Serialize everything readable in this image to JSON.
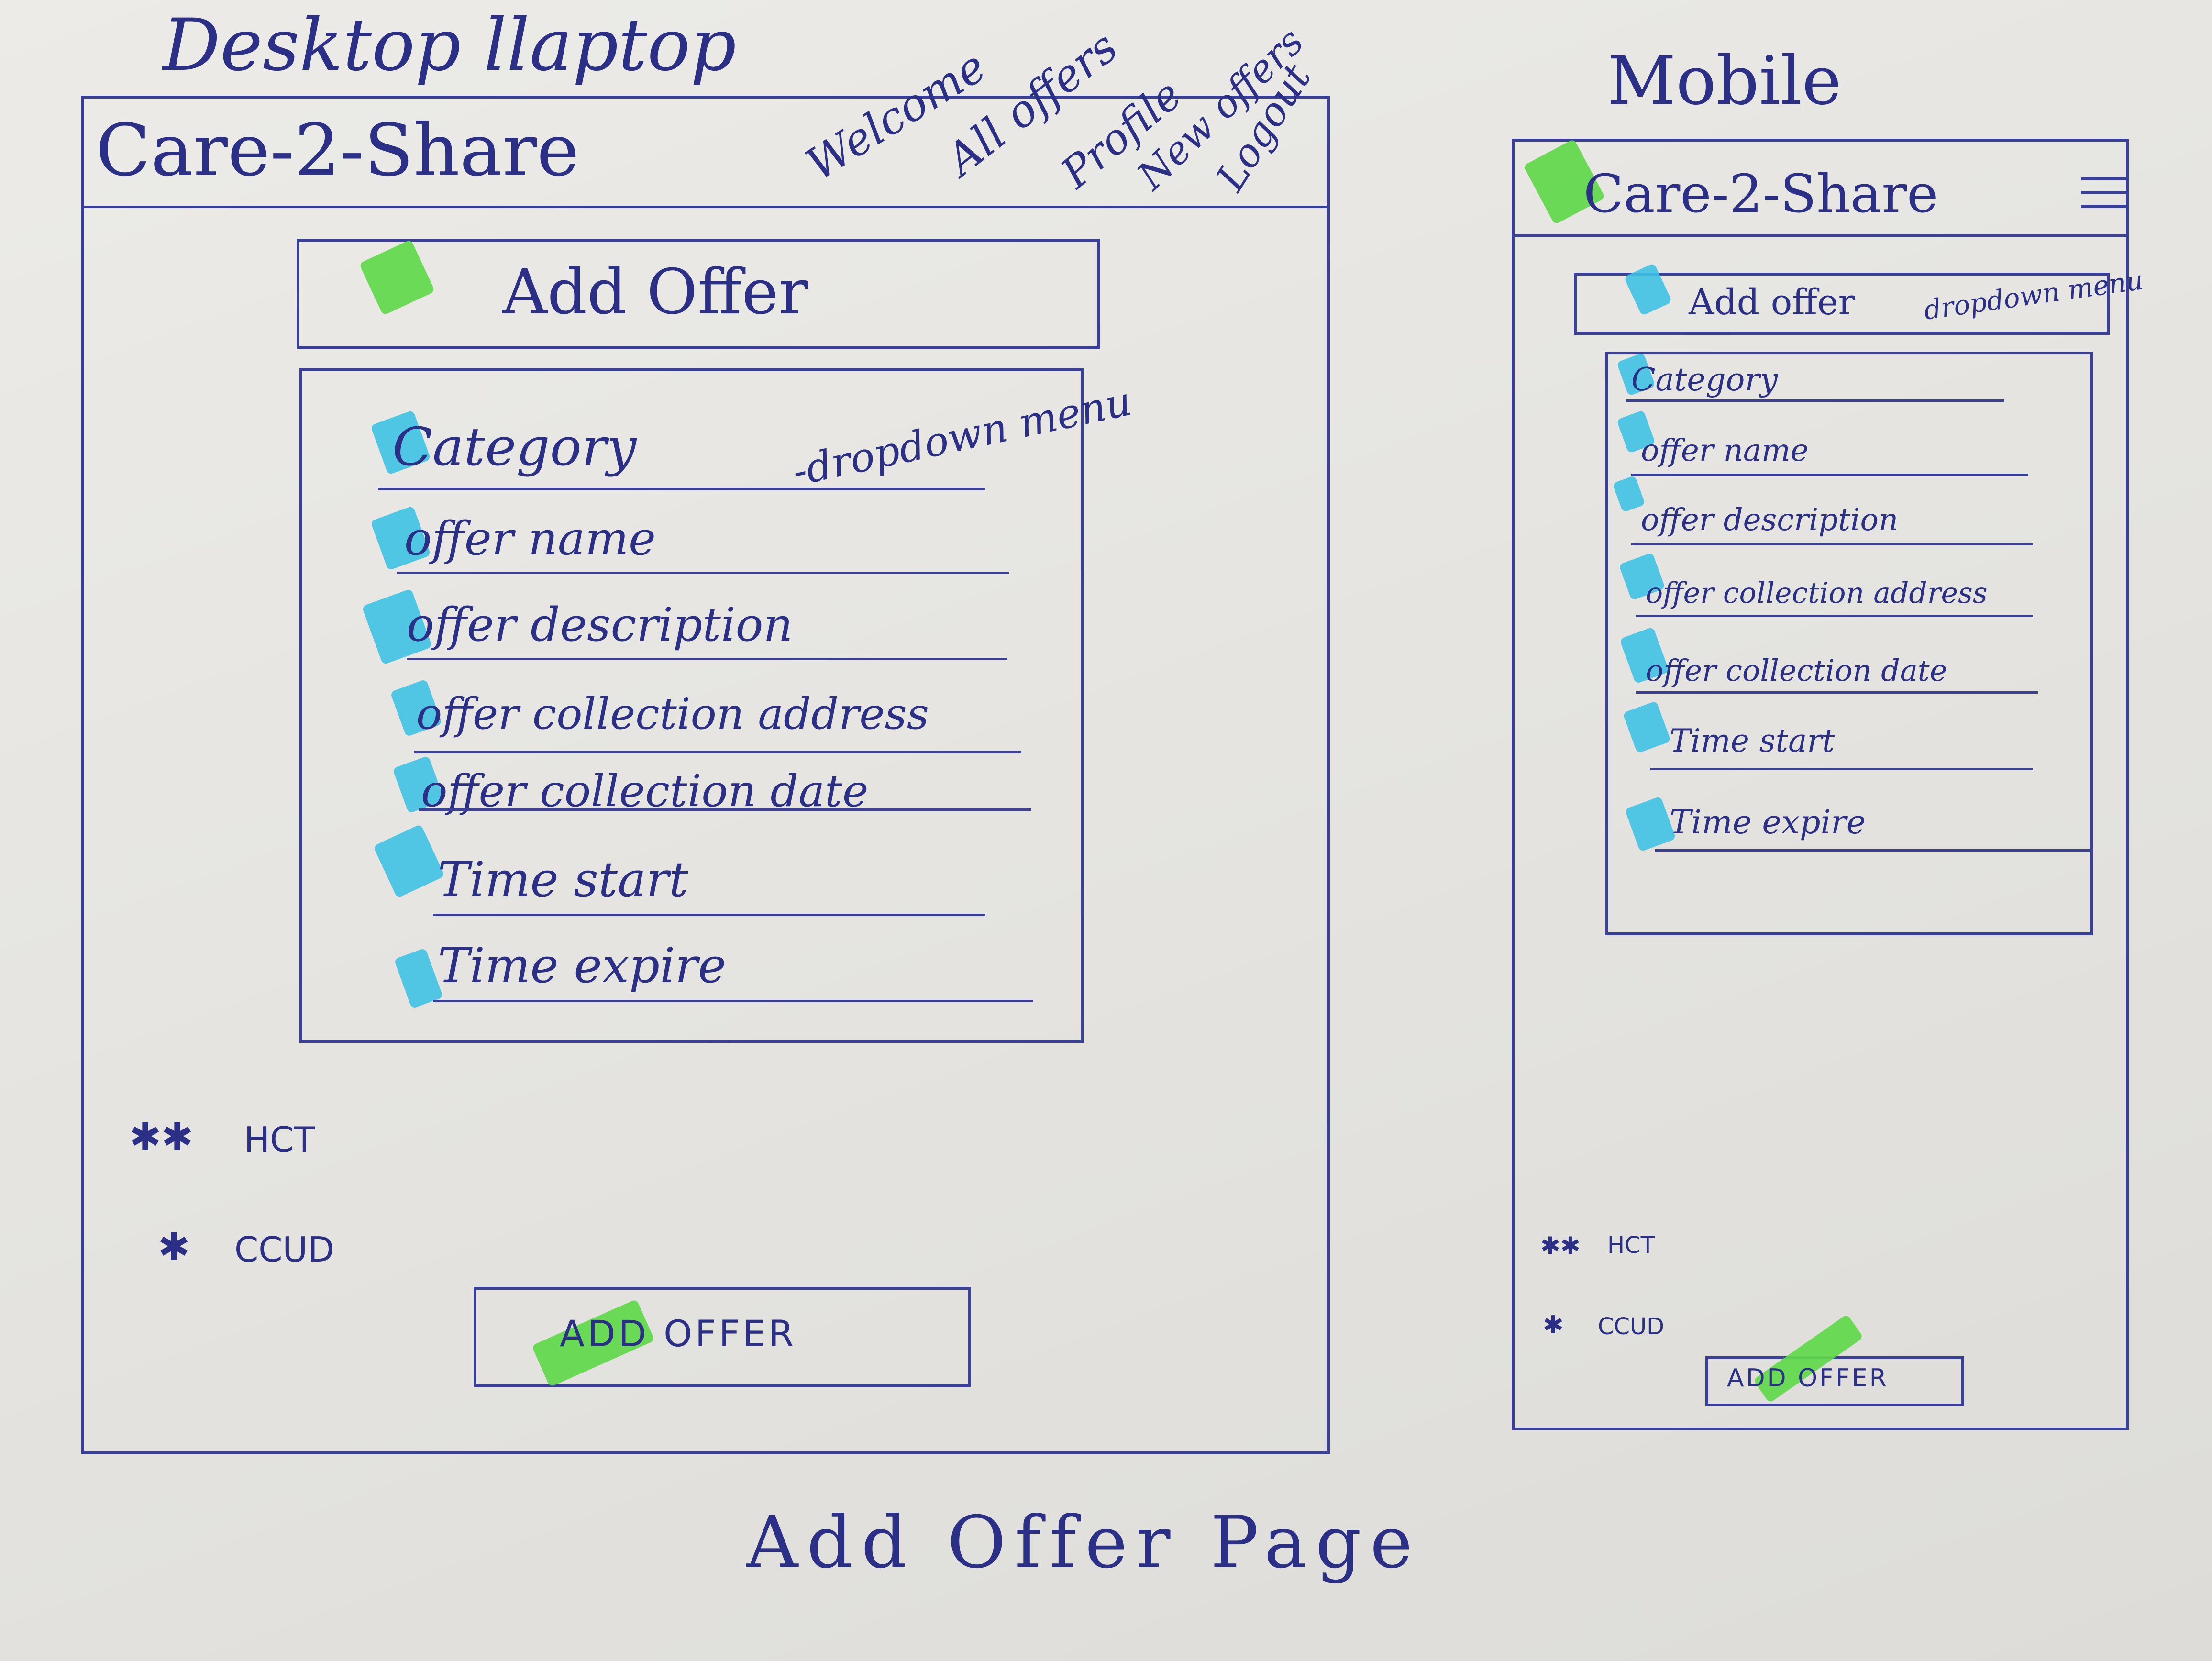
{
  "sheet": {
    "title": "Add Offer Page"
  },
  "desktop": {
    "caption": "Desktop llaptop",
    "app_name": "Care-2-Share",
    "nav": [
      "Welcome",
      "All offers",
      "Profile",
      "New offers",
      "Logout"
    ],
    "header_label": "Add Offer",
    "category_note": "-dropdown menu",
    "fields": [
      "Category",
      "offer name",
      "offer description",
      "offer collection address",
      "offer collection date",
      "Time start",
      "Time expire"
    ],
    "legend": [
      {
        "symbol": "✱✱",
        "label": "HCT"
      },
      {
        "symbol": "✱",
        "label": "CCUD"
      }
    ],
    "submit_label": "ADD OFFER"
  },
  "mobile": {
    "caption": "Mobile",
    "app_name": "Care-2-Share",
    "menu_icon": "hamburger-icon",
    "header_label": "Add offer",
    "header_note": "dropdown menu",
    "fields": [
      "Category",
      "offer name",
      "offer description",
      "offer collection address",
      "offer collection date",
      "Time start",
      "Time expire"
    ],
    "legend": [
      {
        "symbol": "✱✱",
        "label": "HCT"
      },
      {
        "symbol": "✱",
        "label": "CCUD"
      }
    ],
    "submit_label": "ADD OFFER"
  },
  "colors": {
    "ink": "#2b2f86",
    "highlight_green": "#5fd84a",
    "highlight_blue": "#3fc2e4",
    "paper": "#e7e6e2"
  }
}
